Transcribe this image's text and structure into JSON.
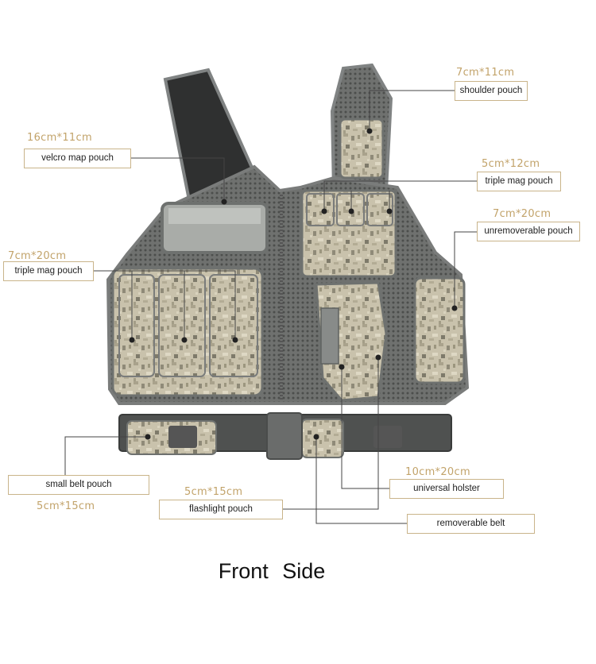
{
  "title": "Front   Side",
  "callouts": {
    "shoulder_pouch": {
      "label": "shoulder pouch",
      "size": "7cm*11cm"
    },
    "velcro_map_pouch": {
      "label": "velcro map pouch",
      "size": "16cm*11cm"
    },
    "triple_mag_pouch_right": {
      "label": "triple mag pouch",
      "size": "5cm*12cm"
    },
    "unremoverable_pouch": {
      "label": "unremoverable pouch",
      "size": "7cm*20cm"
    },
    "triple_mag_pouch_left": {
      "label": "triple mag pouch",
      "size": "7cm*20cm"
    },
    "small_belt_pouch": {
      "label": "small belt pouch",
      "size": "5cm*15cm"
    },
    "flashlight_pouch": {
      "label": "flashlight pouch",
      "size": "5cm*15cm"
    },
    "universal_holster": {
      "label": "universal holster",
      "size": "10cm*20cm"
    },
    "removerable_belt": {
      "label": "removerable belt"
    }
  },
  "colors": {
    "label_border": "#c9b48a",
    "dimension_text": "#c2a36a",
    "leader_line": "#444444"
  }
}
